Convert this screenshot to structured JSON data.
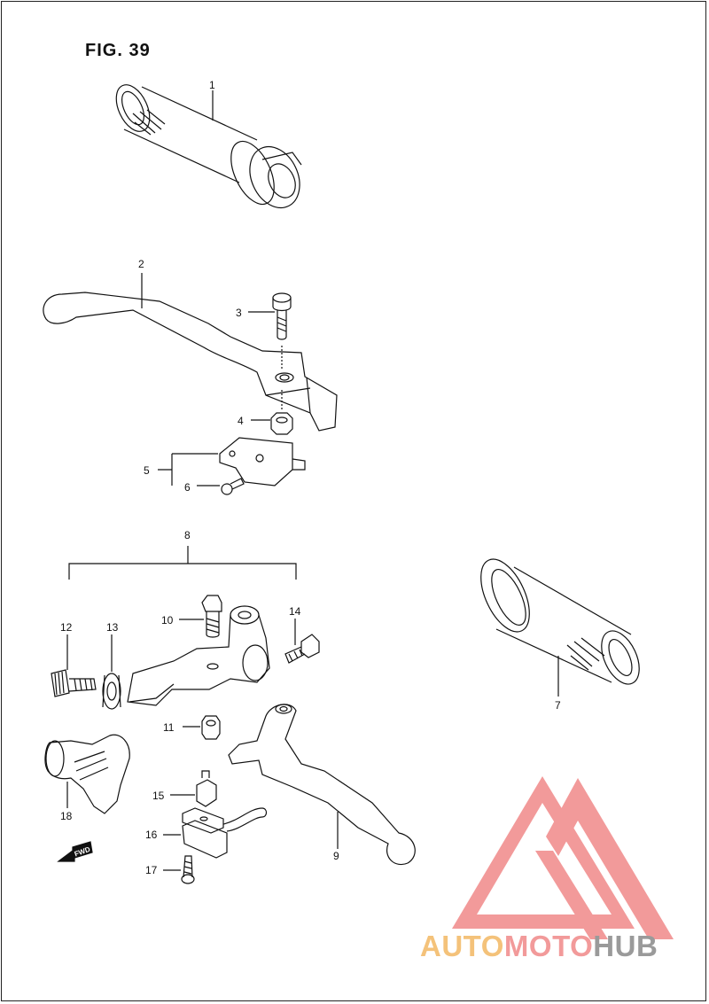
{
  "figure": {
    "title": "FIG. 39"
  },
  "callouts": {
    "c1": "1",
    "c2": "2",
    "c3": "3",
    "c4": "4",
    "c5": "5",
    "c6": "6",
    "c7": "7",
    "c8": "8",
    "c9": "9",
    "c10": "10",
    "c11": "11",
    "c12": "12",
    "c13": "13",
    "c14": "14",
    "c15": "15",
    "c16": "16",
    "c17": "17",
    "c18": "18"
  },
  "direction_marker": {
    "label": "FWD"
  },
  "watermark": {
    "brand_part1": "AUTO",
    "brand_part2": "MOTO",
    "brand_part3": "HUB",
    "colors": {
      "auto": "#f4c27a",
      "moto": "#f29a9a",
      "hub": "#9a9a9a",
      "logo": "#f29a9a"
    }
  }
}
